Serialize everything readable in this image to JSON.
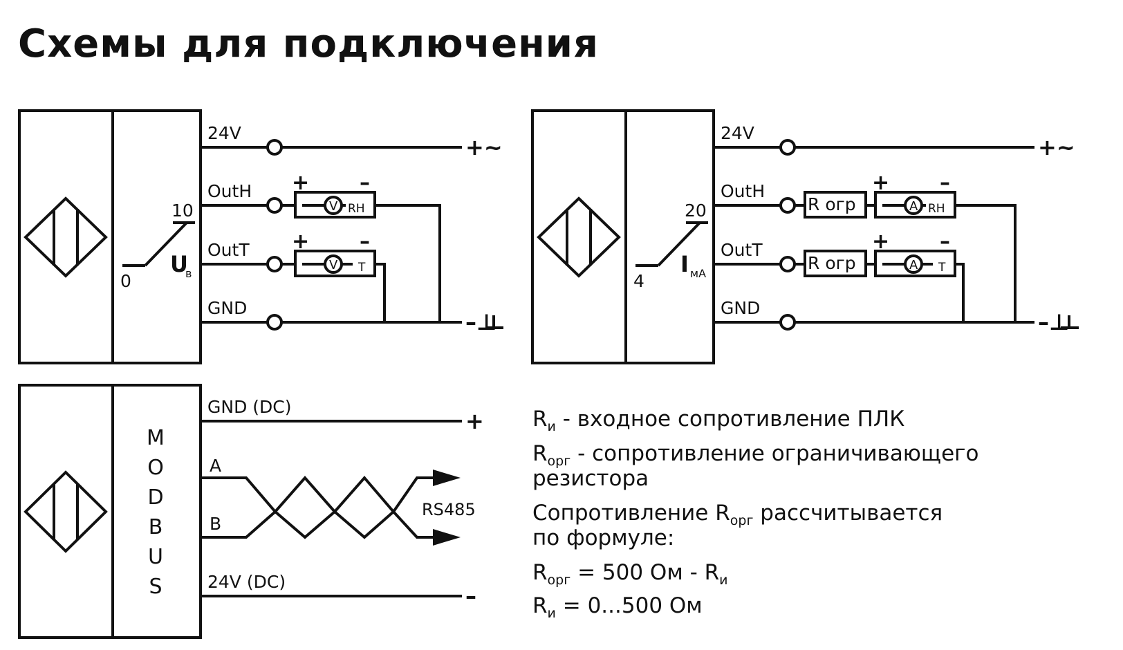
{
  "title": "Схемы для подключения",
  "colors": {
    "ink": "#111111",
    "background": "#ffffff"
  },
  "icons": [
    "sensor-diamond-icon",
    "voltmeter-icon",
    "ammeter-icon",
    "twisted-pair-icon",
    "arrow-icon",
    "ground-icon"
  ],
  "voltage_diagram": {
    "terminals": [
      "24V",
      "OutH",
      "OutT",
      "GND"
    ],
    "range_low": "0",
    "range_high": "10",
    "signal_main": "U",
    "signal_sub": "в",
    "meter_symbol": "V",
    "meter_rh_label": "RH",
    "meter_t_label": "T",
    "plus": "+",
    "minus": "–",
    "supply_label": "+~",
    "ground_label": "–⊥"
  },
  "current_diagram": {
    "terminals": [
      "24V",
      "OutH",
      "OutT",
      "GND"
    ],
    "range_low": "4",
    "range_high": "20",
    "signal_main": "I",
    "signal_sub": "мА",
    "meter_symbol": "A",
    "resistor_label": "R огр",
    "meter_rh_label": "RH",
    "meter_t_label": "T",
    "plus": "+",
    "minus": "–",
    "supply_label": "+~",
    "ground_label": "–⊥"
  },
  "modbus_diagram": {
    "vertical_label": [
      "M",
      "O",
      "D",
      "B",
      "U",
      "S"
    ],
    "terminals": [
      "GND (DC)",
      "A",
      "B",
      "24V (DC)"
    ],
    "bus_label": "RS485",
    "plus": "+",
    "minus": "–"
  },
  "notes": {
    "line1": {
      "main": "R",
      "sub": "и",
      "rest": " - входное сопротивление ПЛК"
    },
    "line2": {
      "main": "R",
      "sub": "орг",
      "rest": " - сопротивление ограничивающего",
      "cont": "резистора"
    },
    "line3": {
      "pre": "Сопротивление R",
      "sub": "орг",
      "rest": " рассчитывается",
      "cont": "по формуле:"
    },
    "line4": {
      "main": "R",
      "sub": "орг",
      "mid": " = 500 Ом - R",
      "sub2": "и"
    },
    "line5": {
      "main": "R",
      "sub": "и",
      "rest": " = 0...500 Ом"
    }
  }
}
